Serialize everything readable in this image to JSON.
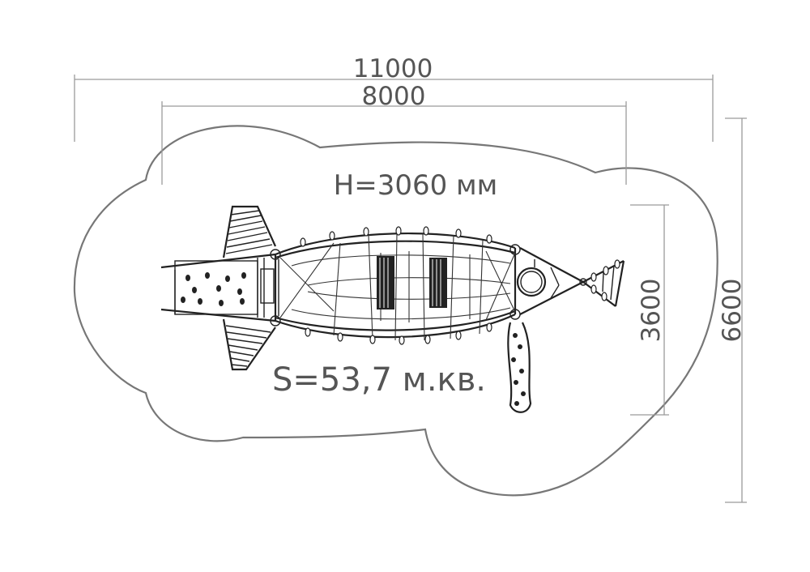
{
  "dimensions": {
    "overall_length": "11000",
    "structure_length": "8000",
    "structure_width": "3600",
    "overall_width": "6600"
  },
  "labels": {
    "height": "H=3060 мм",
    "area": "S=53,7 м.кв."
  },
  "colors": {
    "outline": "#777777",
    "dimension_lines": "#9a9a9a",
    "text": "#555555",
    "structure": "#222222"
  }
}
